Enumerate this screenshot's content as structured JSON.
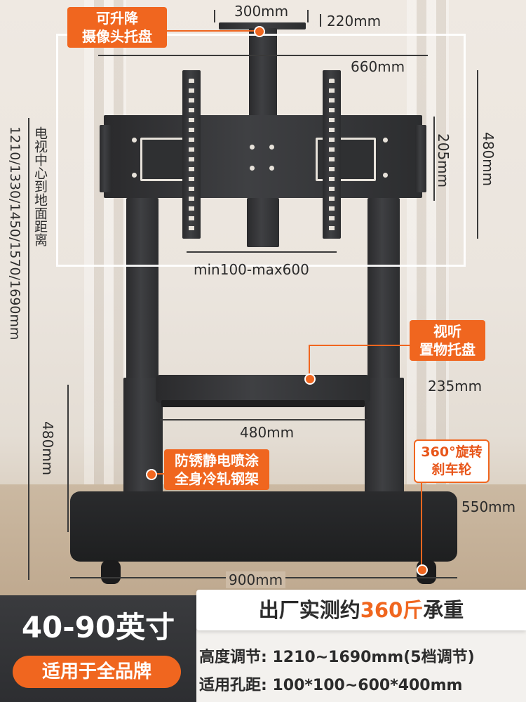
{
  "dimensions": {
    "tray_top_width": "300mm",
    "tray_top_depth": "220mm",
    "mount_width": "660mm",
    "mount_height_inner": "205mm",
    "mount_height_outer": "480mm",
    "vesa_range": "min100-max600",
    "center_height_label": "电视中心到地面距离",
    "center_height_values": "1210/1330/1450/1570/1690mm",
    "shelf_width": "480mm",
    "shelf_depth": "235mm",
    "lower_height": "480mm",
    "base_depth": "550mm",
    "base_width": "900mm"
  },
  "tags": {
    "camera_tray_line1": "可升降",
    "camera_tray_line2": "摄像头托盘",
    "av_tray_line1": "视听",
    "av_tray_line2": "置物托盘",
    "steel_line1": "防锈静电喷涂",
    "steel_line2": "全身冷轧钢架",
    "wheel_line1": "360°旋转",
    "wheel_line2": "刹车轮"
  },
  "load": {
    "prefix": "出厂实测约",
    "value": "360斤",
    "suffix": "承重"
  },
  "size_title": "40-90英寸",
  "brand_pill": "适用于全品牌",
  "specs": [
    {
      "key": "高度调节:",
      "value": "1210~1690mm(5档调节)"
    },
    {
      "key": "适用孔距:",
      "value": "100*100~600*400mm"
    }
  ],
  "colors": {
    "accent": "#f0661f",
    "metal": "#333436",
    "band_dark": "#333437"
  }
}
